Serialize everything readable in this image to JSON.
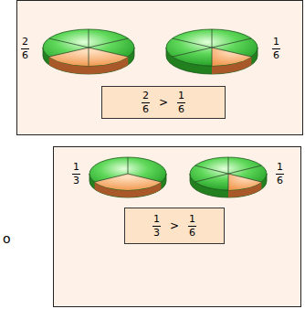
{
  "diagram": {
    "nodes": [
      {
        "text": [
          "2",
          "6",
          "1",
          "6"
        ]
      },
      {
        "text": [
          "2",
          "6",
          ">",
          "1",
          "6"
        ],
        "in": 0
      },
      {
        "text": [
          "1",
          "3",
          "1",
          "6"
        ]
      },
      {
        "text": [
          "1",
          "3",
          ">",
          "1",
          "6"
        ],
        "in": 2
      }
    ],
    "labels": [
      "o"
    ]
  }
}
